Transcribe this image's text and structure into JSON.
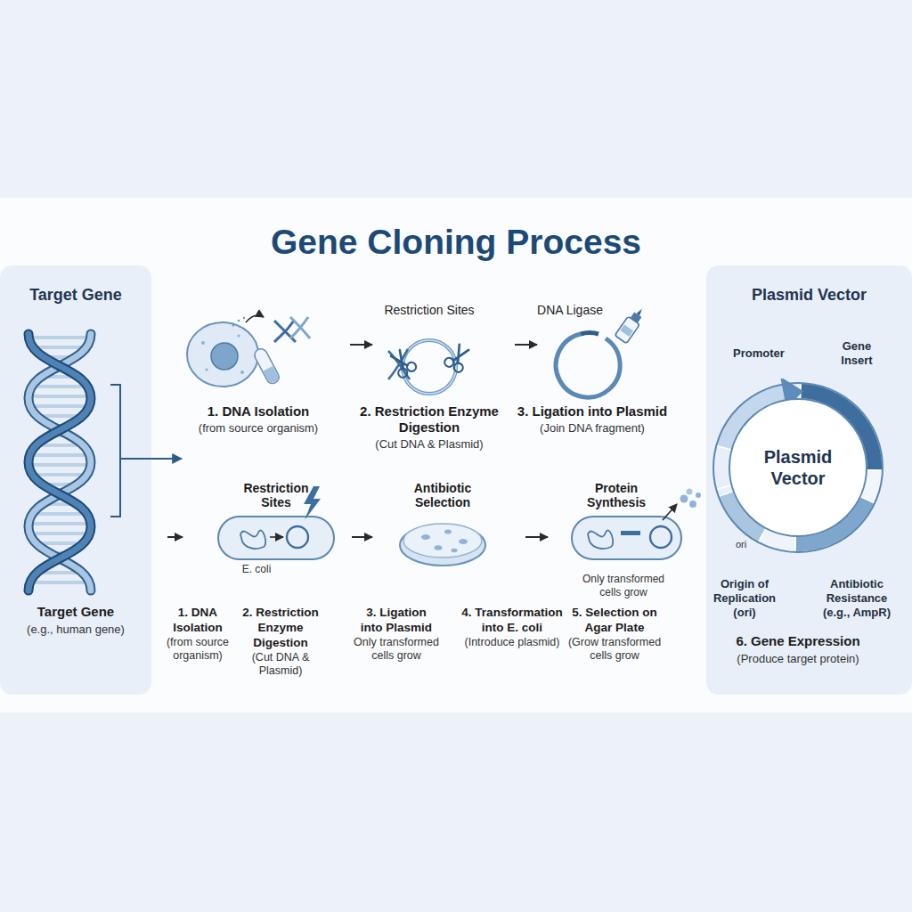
{
  "diagram": {
    "title": "Gene Cloning Process",
    "nodes": [
      {
        "text": [
          "Target Gene",
          "Target Gene",
          "(e.g., human gene)"
        ]
      },
      {
        "text": [
          "Plasmid Vector",
          "6. Gene Expression",
          "(Produce target protein)"
        ]
      },
      {
        "text": [
          "Plasmid Vector"
        ],
        "in": 1
      }
    ],
    "labels": [
      "Restriction Sites",
      "DNA Ligase",
      "1. DNA Isolation",
      "(from source organism)",
      "2. Restriction Enzyme Digestion",
      "(Cut DNA & Plasmid)",
      "3. Ligation into Plasmid",
      "(Join DNA fragment)",
      "Restriction Sites",
      "Antibiotic Selection",
      "Protein Synthesis",
      "E. coli",
      "Only transformed cells grow",
      "1. DNA Isolation",
      "(from source organism)",
      "2. Restriction Enzyme Digestion",
      "(Cut DNA & Plasmid)",
      "3. Ligation into Plasmid",
      "Only transformed cells grow",
      "4. Transformation into E. coli",
      "(Introduce plasmid)",
      "5. Selection on Agar Plate",
      "(Grow transformed cells grow",
      "Promoter",
      "Gene Insert",
      "ori",
      "Origin of Replication (ori)",
      "Antibiotic Resistance (e.g., AmpR)"
    ]
  }
}
